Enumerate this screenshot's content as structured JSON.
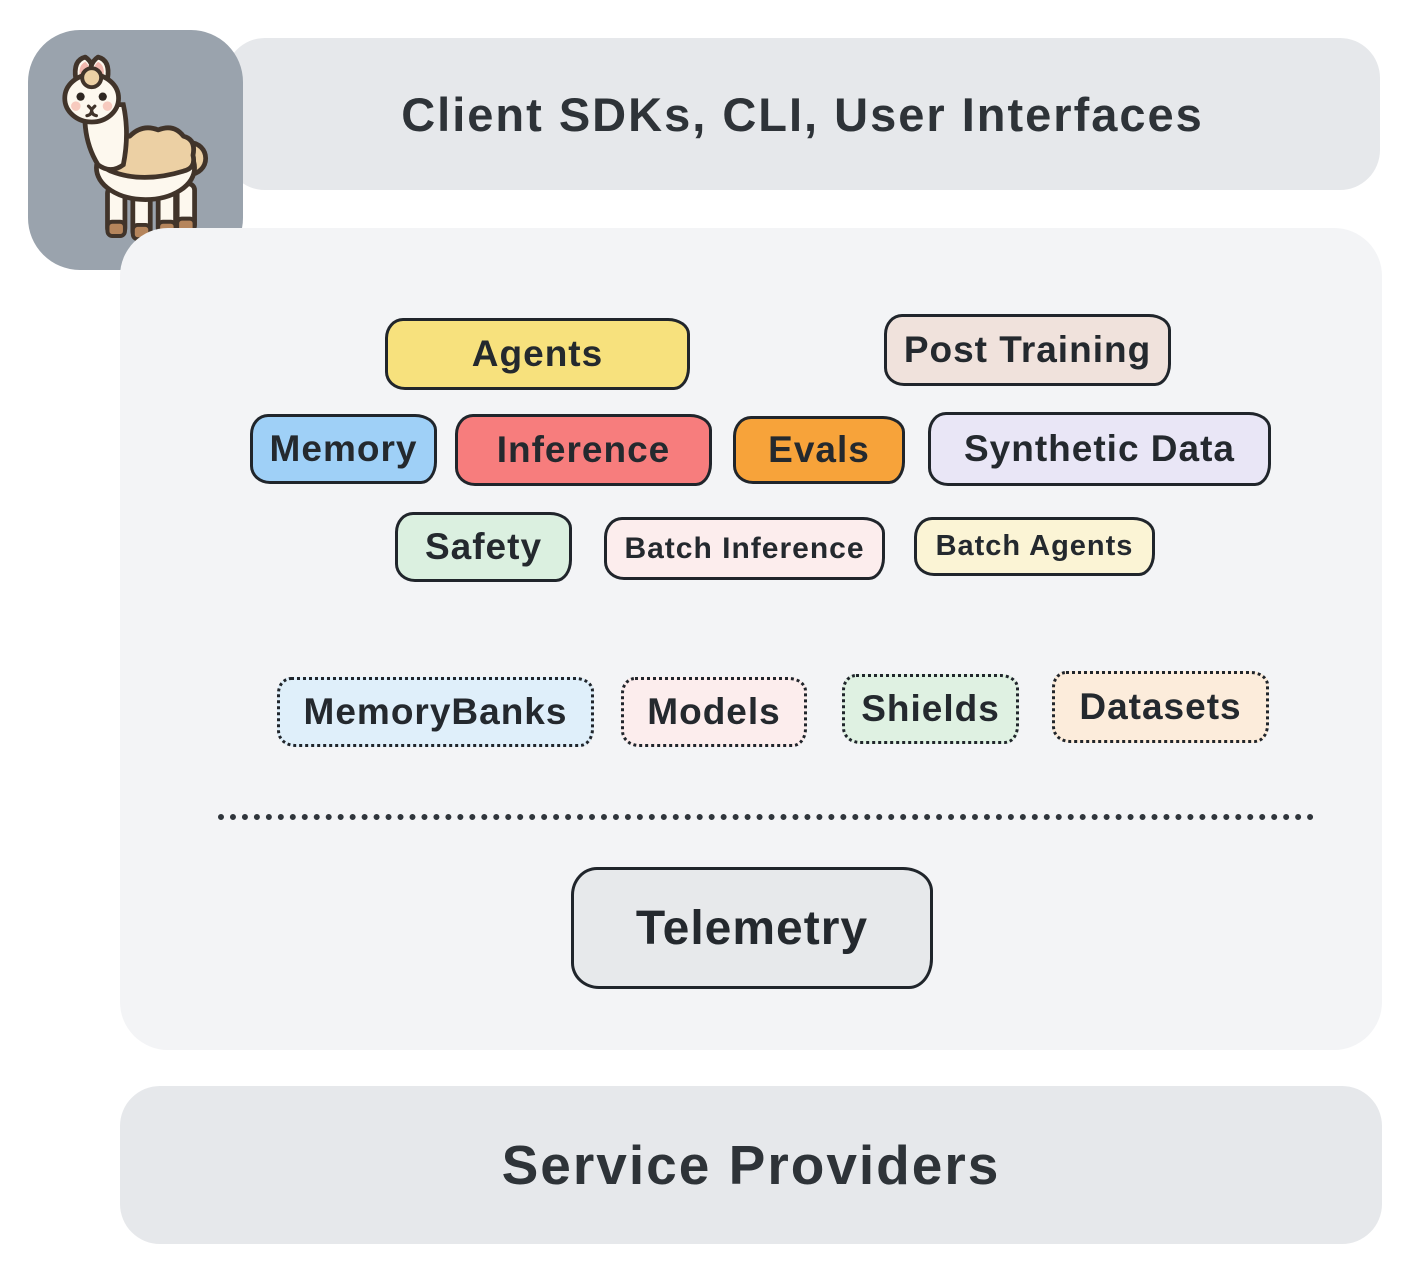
{
  "header": {
    "label": "Client SDKs, CLI, User Interfaces"
  },
  "logo": {
    "icon": "llama-mascot-icon",
    "badge_color": "#9aa3ad"
  },
  "stack": {
    "api_row_1": [
      {
        "id": "agents",
        "label": "Agents",
        "fill": "#f7e17d"
      },
      {
        "id": "post-training",
        "label": "Post Training",
        "fill": "#f0e2dc"
      }
    ],
    "api_row_2": [
      {
        "id": "memory",
        "label": "Memory",
        "fill": "#9fd0f7"
      },
      {
        "id": "inference",
        "label": "Inference",
        "fill": "#f77d7d"
      },
      {
        "id": "evals",
        "label": "Evals",
        "fill": "#f7a33a"
      },
      {
        "id": "synthetic-data",
        "label": "Synthetic Data",
        "fill": "#e9e6f6"
      }
    ],
    "api_row_3": [
      {
        "id": "safety",
        "label": "Safety",
        "fill": "#dbf0e0"
      },
      {
        "id": "batch-inference",
        "label": "Batch Inference",
        "fill": "#fceded"
      },
      {
        "id": "batch-agents",
        "label": "Batch Agents",
        "fill": "#fbf4d5"
      }
    ],
    "resources": [
      {
        "id": "memory-banks",
        "label": "MemoryBanks",
        "fill": "#dfeffa"
      },
      {
        "id": "models",
        "label": "Models",
        "fill": "#fceded"
      },
      {
        "id": "shields",
        "label": "Shields",
        "fill": "#dff1e2"
      },
      {
        "id": "datasets",
        "label": "Datasets",
        "fill": "#fcecdb"
      }
    ],
    "telemetry": {
      "label": "Telemetry",
      "fill": "#e7e9eb"
    }
  },
  "footer": {
    "label": "Service Providers"
  },
  "colors": {
    "background": "#ffffff",
    "bar_fill": "#e6e8eb",
    "panel_fill": "#f3f4f6",
    "outline": "#20252b",
    "text": "#2b3036"
  }
}
